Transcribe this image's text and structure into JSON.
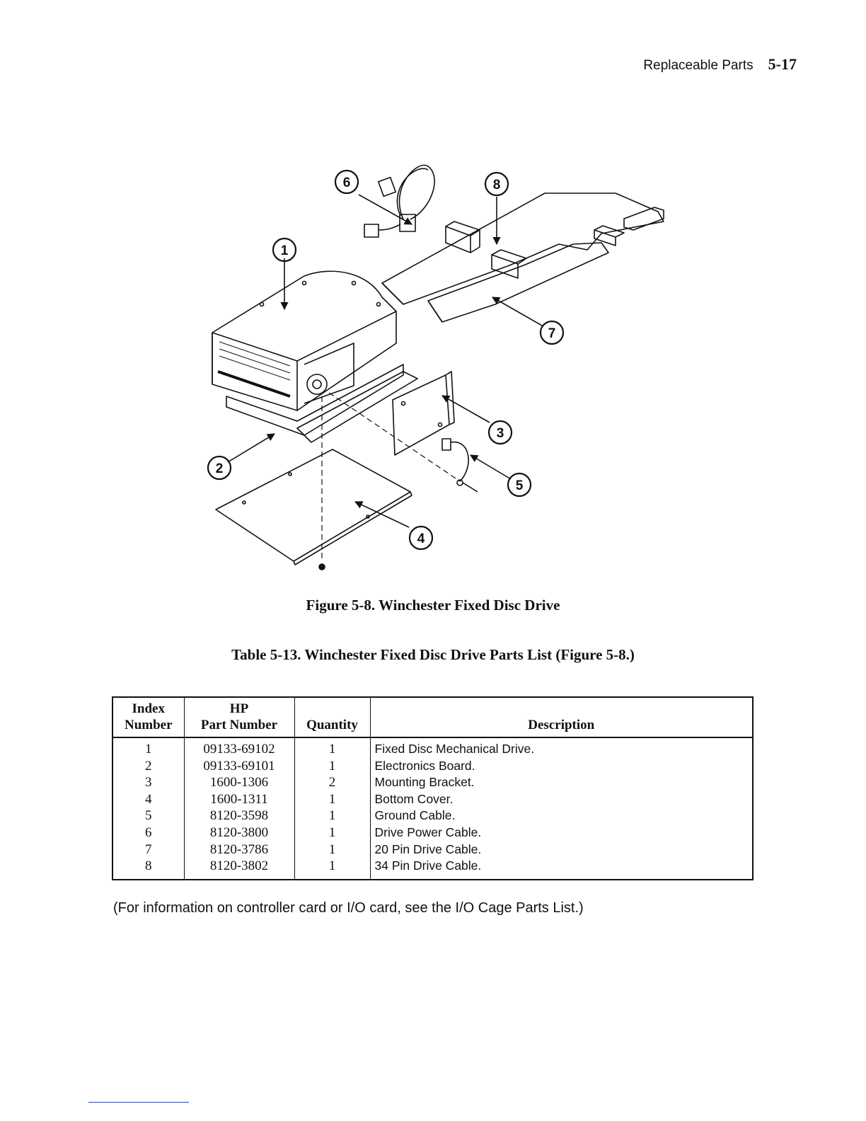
{
  "header": {
    "section": "Replaceable Parts",
    "page_number": "5-17"
  },
  "figure": {
    "caption": "Figure 5-8. Winchester Fixed Disc Drive",
    "callouts": [
      "1",
      "2",
      "3",
      "4",
      "5",
      "6",
      "7",
      "8"
    ]
  },
  "table": {
    "title": "Table 5-13. Winchester Fixed Disc Drive Parts List (Figure 5-8.)",
    "headers": {
      "index_line1": "Index",
      "index_line2": "Number",
      "part_line1": "HP",
      "part_line2": "Part Number",
      "quantity": "Quantity",
      "description": "Description"
    },
    "rows": [
      {
        "index": "1",
        "part": "09133-69102",
        "qty": "1",
        "desc": "Fixed Disc Mechanical Drive."
      },
      {
        "index": "2",
        "part": "09133-69101",
        "qty": "1",
        "desc": "Electronics Board."
      },
      {
        "index": "3",
        "part": "1600-1306",
        "qty": "2",
        "desc": "Mounting Bracket."
      },
      {
        "index": "4",
        "part": "1600-1311",
        "qty": "1",
        "desc": "Bottom Cover."
      },
      {
        "index": "5",
        "part": "8120-3598",
        "qty": "1",
        "desc": "Ground Cable."
      },
      {
        "index": "6",
        "part": "8120-3800",
        "qty": "1",
        "desc": "Drive Power Cable."
      },
      {
        "index": "7",
        "part": "8120-3786",
        "qty": "1",
        "desc": "20 Pin Drive Cable."
      },
      {
        "index": "8",
        "part": "8120-3802",
        "qty": "1",
        "desc": "34 Pin Drive Cable."
      }
    ]
  },
  "note": "(For information on controller card or I/O card, see the I/O Cage Parts List.)"
}
